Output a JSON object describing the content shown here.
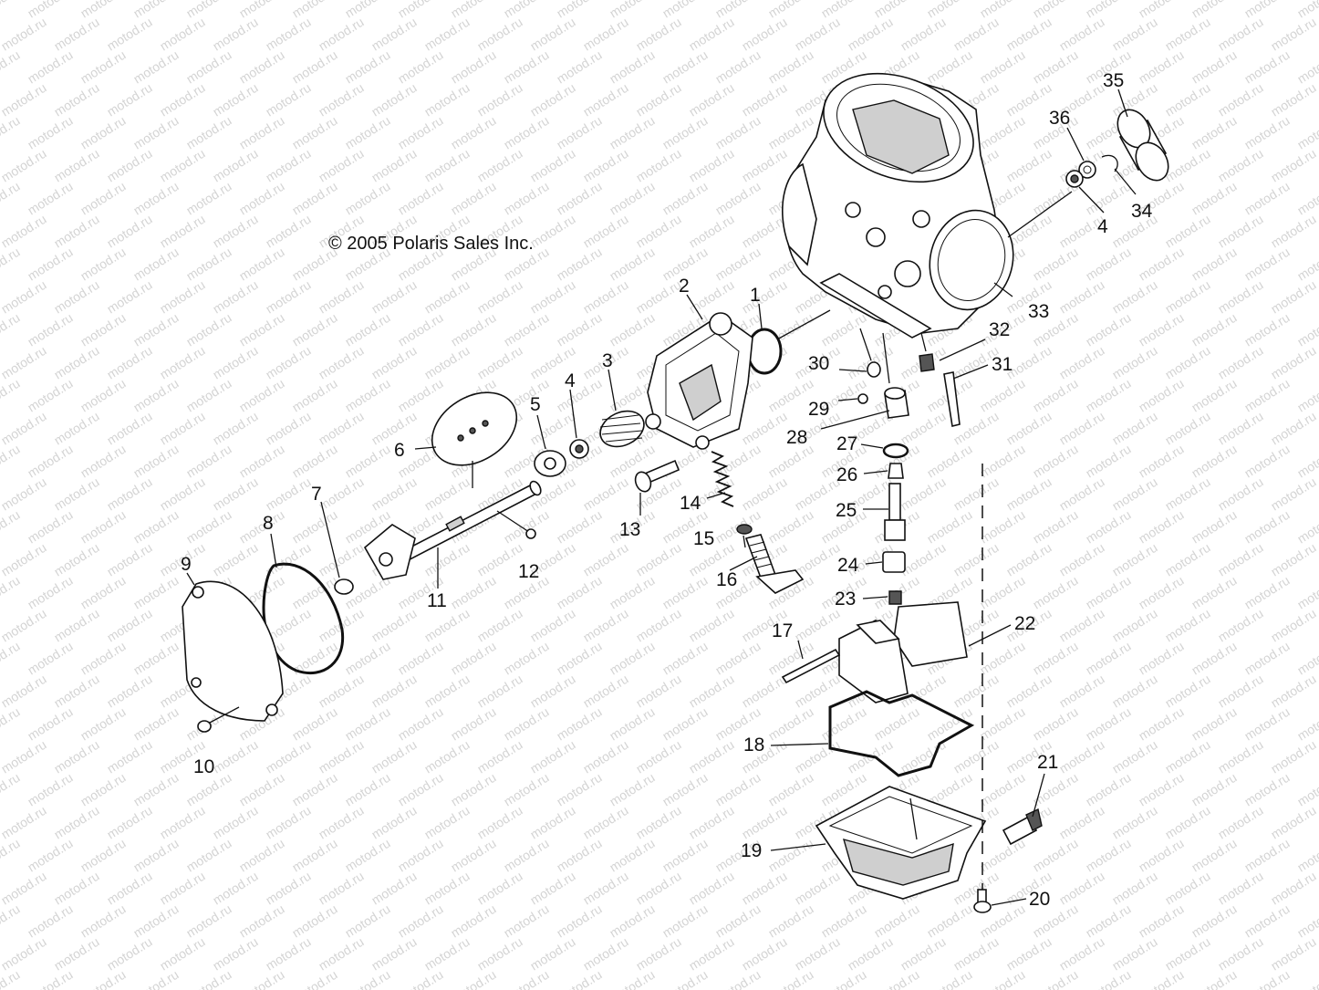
{
  "copyright": "© 2005 Polaris Sales Inc.",
  "watermark_text": "motod.ru",
  "callouts": [
    {
      "id": "1",
      "text": "1"
    },
    {
      "id": "2",
      "text": "2"
    },
    {
      "id": "3",
      "text": "3"
    },
    {
      "id": "4a",
      "text": "4"
    },
    {
      "id": "4b",
      "text": "4"
    },
    {
      "id": "5",
      "text": "5"
    },
    {
      "id": "6",
      "text": "6"
    },
    {
      "id": "7",
      "text": "7"
    },
    {
      "id": "8",
      "text": "8"
    },
    {
      "id": "9",
      "text": "9"
    },
    {
      "id": "10",
      "text": "10"
    },
    {
      "id": "11",
      "text": "11"
    },
    {
      "id": "12",
      "text": "12"
    },
    {
      "id": "13",
      "text": "13"
    },
    {
      "id": "14",
      "text": "14"
    },
    {
      "id": "15",
      "text": "15"
    },
    {
      "id": "16",
      "text": "16"
    },
    {
      "id": "17",
      "text": "17"
    },
    {
      "id": "18",
      "text": "18"
    },
    {
      "id": "19",
      "text": "19"
    },
    {
      "id": "20",
      "text": "20"
    },
    {
      "id": "21",
      "text": "21"
    },
    {
      "id": "22",
      "text": "22"
    },
    {
      "id": "23",
      "text": "23"
    },
    {
      "id": "24",
      "text": "24"
    },
    {
      "id": "25",
      "text": "25"
    },
    {
      "id": "26",
      "text": "26"
    },
    {
      "id": "27",
      "text": "27"
    },
    {
      "id": "28",
      "text": "28"
    },
    {
      "id": "29",
      "text": "29"
    },
    {
      "id": "30",
      "text": "30"
    },
    {
      "id": "31",
      "text": "31"
    },
    {
      "id": "32",
      "text": "32"
    },
    {
      "id": "33",
      "text": "33"
    },
    {
      "id": "34",
      "text": "34"
    },
    {
      "id": "35",
      "text": "35"
    },
    {
      "id": "36",
      "text": "36"
    }
  ]
}
